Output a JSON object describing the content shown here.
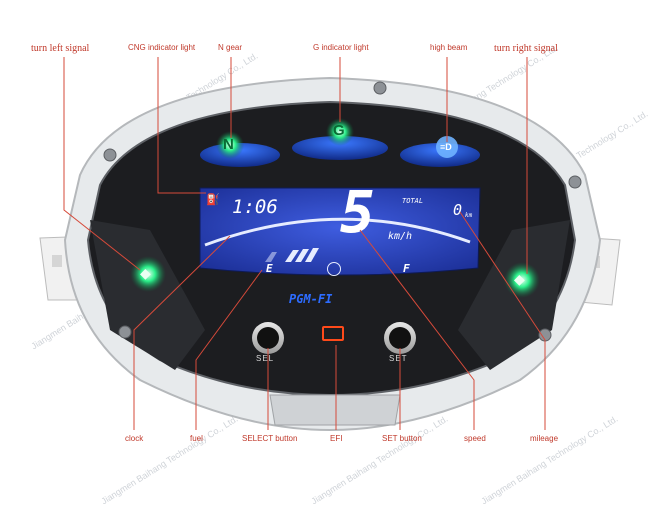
{
  "labels": {
    "turn_left": "turn left signal",
    "cng": "CNG indicator light",
    "n_gear": "N gear",
    "g_indicator": "G indicator light",
    "high_beam": "high beam",
    "turn_right": "turn right signal",
    "clock": "clock",
    "fuel": "fuel",
    "select_button": "SELECT button",
    "efi": "EFI",
    "set_button": "SET button",
    "speed": "speed",
    "mileage": "mileage"
  },
  "display": {
    "clock": "1:06",
    "speed": "5",
    "speed_unit": "km/h",
    "total_label": "TOTAL",
    "mileage": "0",
    "mileage_unit": "km",
    "fuel_empty": "E",
    "fuel_full": "F",
    "n_letter": "N",
    "g_letter": "G",
    "brand": "PGM-FI",
    "sel_label": "SEL",
    "set_label": "SET"
  },
  "watermark": "Jiangmen Baihang Technology Co., Ltd.",
  "colors": {
    "label_red": "#c0392b",
    "lcd_blue": "#2440b8",
    "indicator_green": "#1fd67a",
    "high_beam_blue": "#2a5cff",
    "efi_orange": "#ff4a1a"
  },
  "icons": [
    "fuel-pump-icon",
    "engine-icon",
    "high-beam-icon",
    "turn-arrow-icon"
  ]
}
